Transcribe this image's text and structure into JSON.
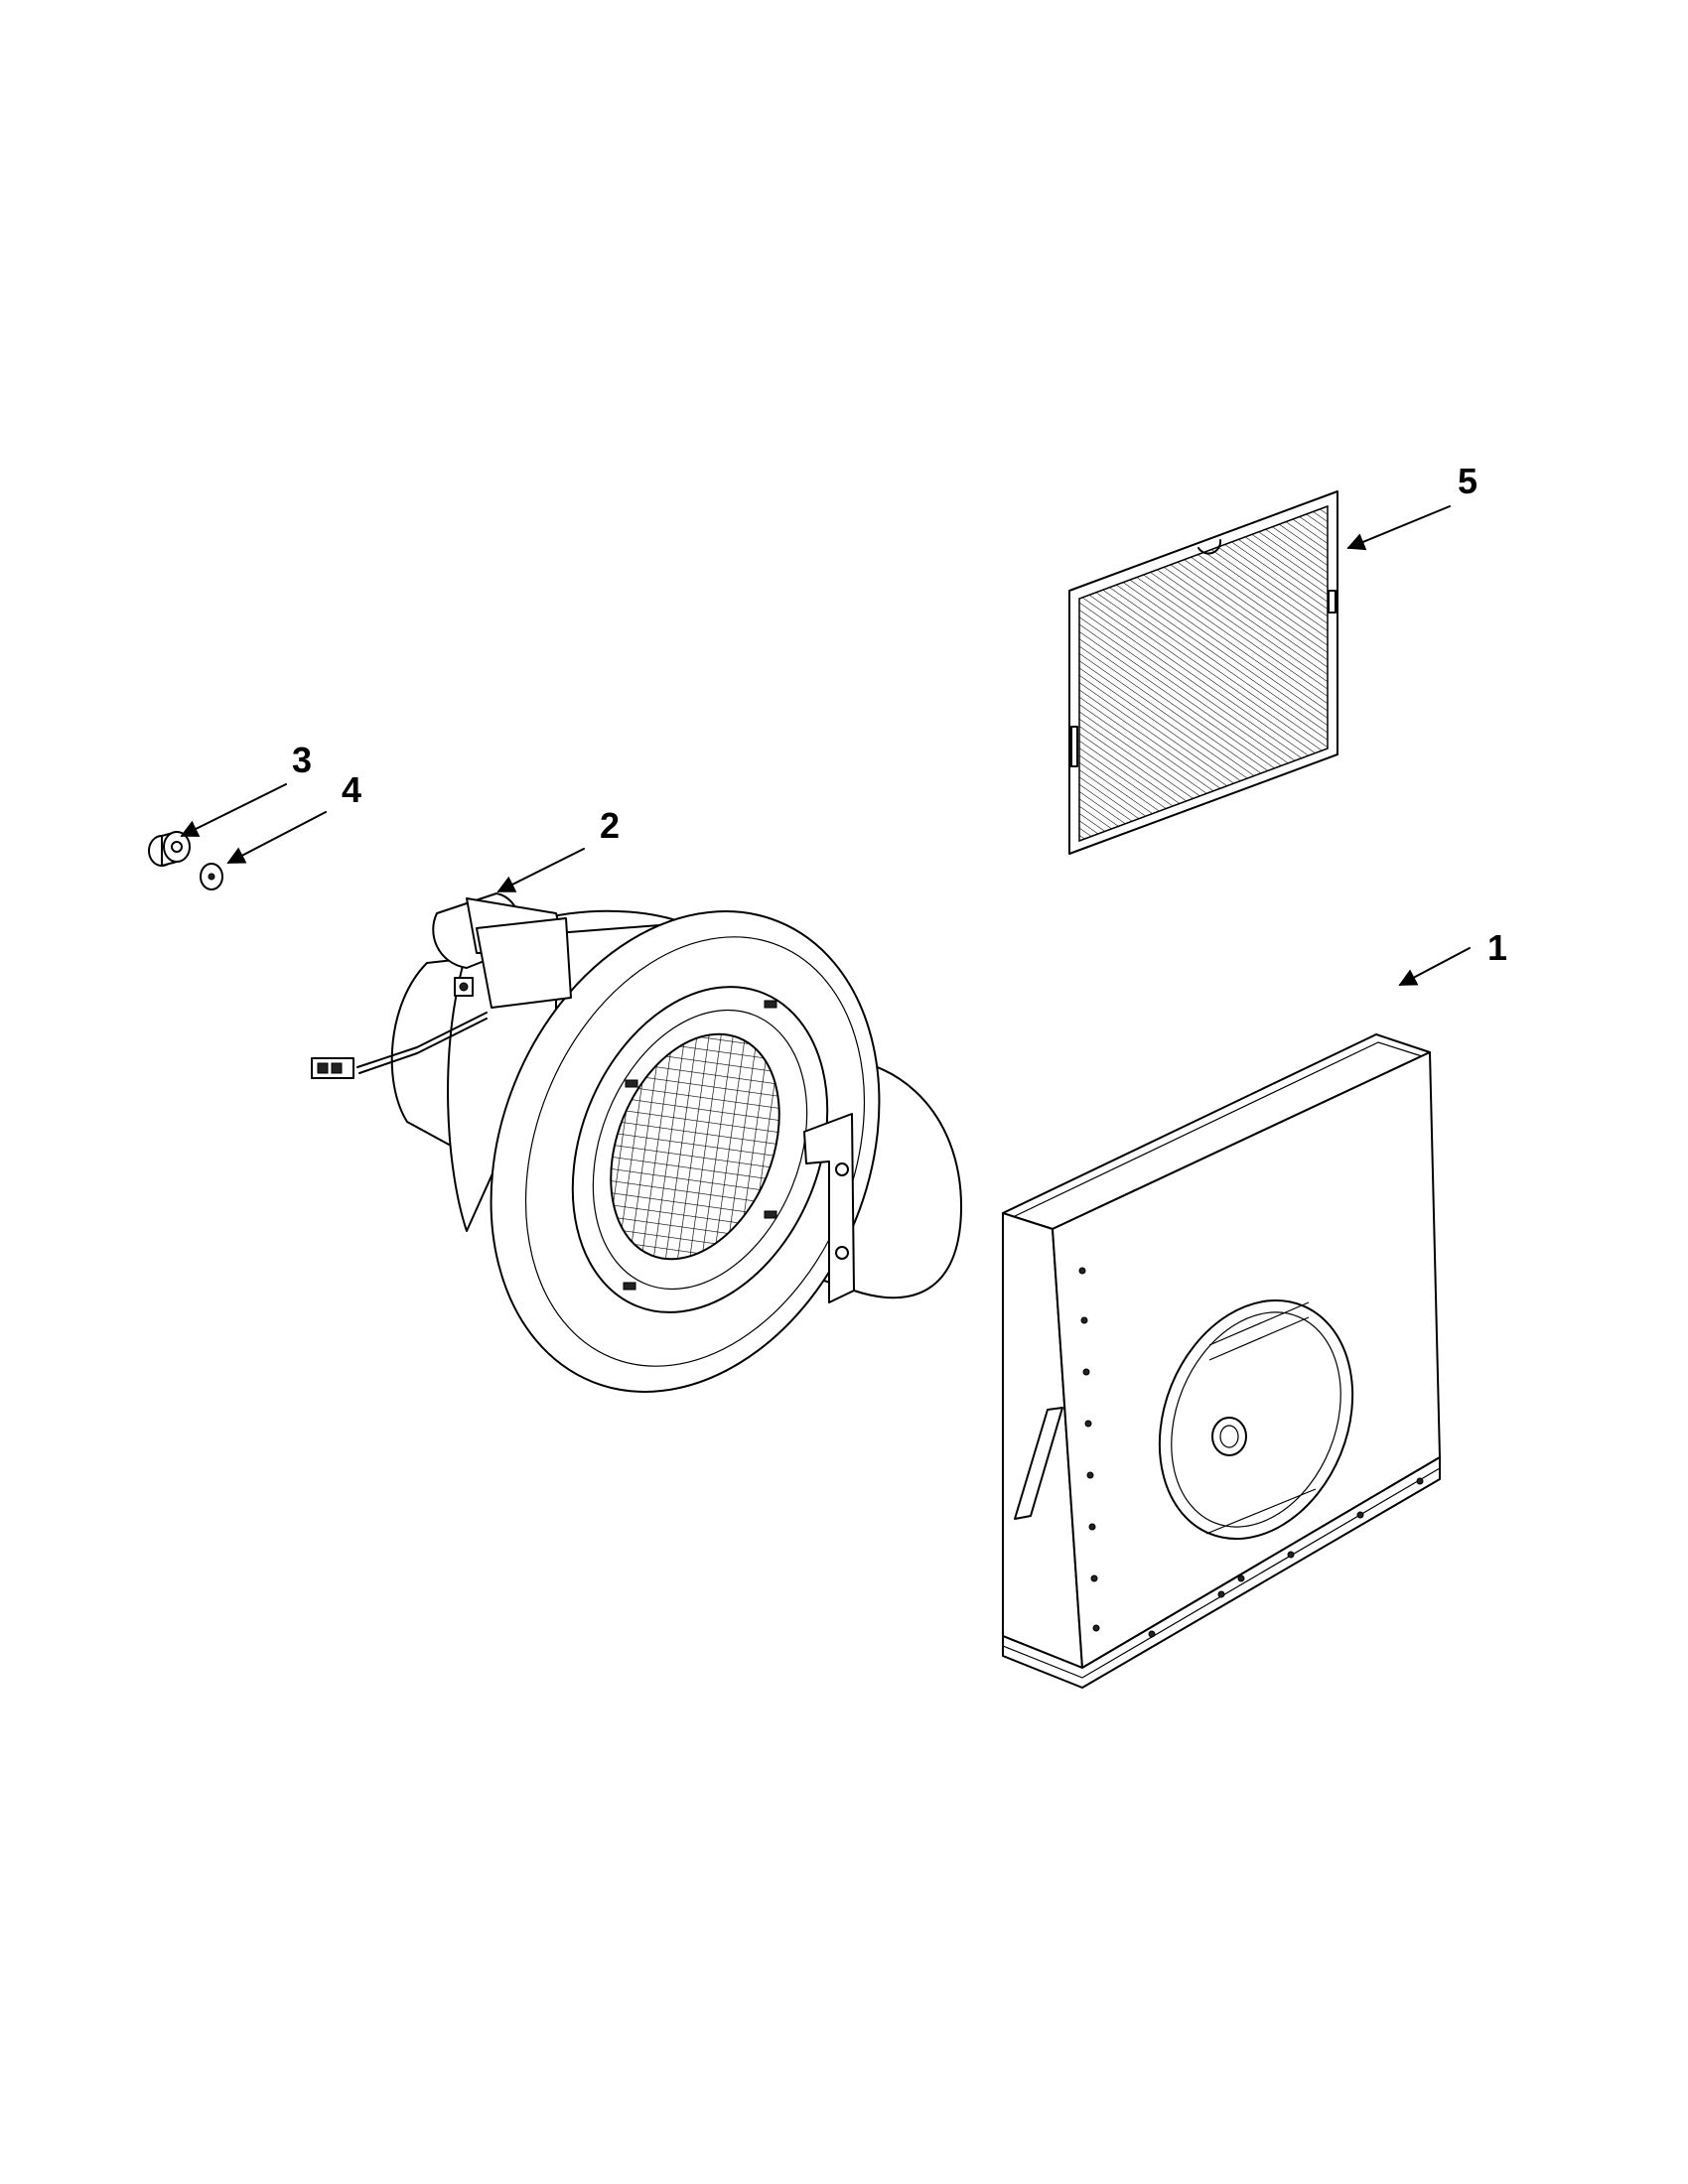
{
  "callouts": {
    "c1": "1",
    "c2": "2",
    "c3": "3",
    "c4": "4",
    "c5": "5"
  },
  "parts": [
    {
      "id": "1",
      "name": "blower-housing"
    },
    {
      "id": "2",
      "name": "blower-motor-assembly"
    },
    {
      "id": "3",
      "name": "knob"
    },
    {
      "id": "4",
      "name": "washer"
    },
    {
      "id": "5",
      "name": "filter"
    }
  ],
  "colors": {
    "line": "#000000",
    "background": "#ffffff"
  }
}
